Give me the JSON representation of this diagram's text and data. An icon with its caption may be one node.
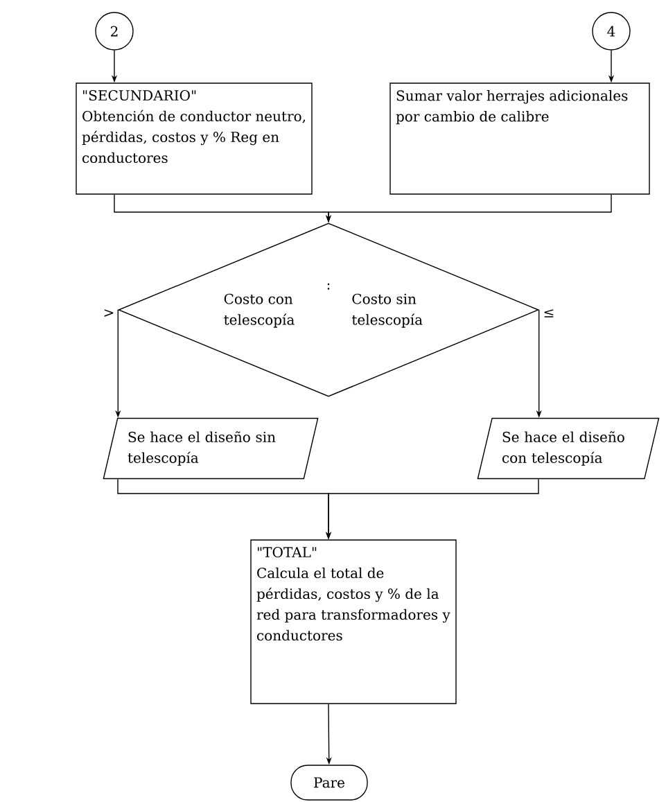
{
  "diagram": {
    "nodes": [
      {
        "text": [
          "2"
        ]
      },
      {
        "text": [
          "4"
        ]
      },
      {
        "text": [
          "\"SECUNDARIO\"",
          "Obtención de conductor neutro, pérdidas, costos y % Reg en conductores"
        ]
      },
      {
        "text": [
          "Sumar valor herrajes adicionales por cambio de calibre"
        ]
      },
      {
        "text": [
          "Costo con telescopía",
          ":",
          "Costo sin telescopía"
        ]
      },
      {
        "text": [
          "Se hace el diseño sin telescopía"
        ]
      },
      {
        "text": [
          "Se hace el diseño con telescopía"
        ]
      },
      {
        "text": [
          "\"TOTAL\"",
          "Calcula el total de pérdidas, costos y % de la red para transformadores y conductores"
        ]
      },
      {
        "text": [
          "Pare"
        ]
      }
    ],
    "edges": [
      {
        "from": 0,
        "to": 2,
        "arrow": "to"
      },
      {
        "from": 1,
        "to": 3,
        "arrow": "to"
      },
      {
        "from": 2,
        "to": 4,
        "arrow": "to"
      },
      {
        "from": 3,
        "to": 4,
        "arrow": "to"
      },
      {
        "from": 4,
        "to": 5,
        "arrow": "to",
        "label": ">"
      },
      {
        "from": 4,
        "to": 6,
        "arrow": "to",
        "label": "≤"
      },
      {
        "from": 5,
        "to": 7,
        "arrow": "to"
      },
      {
        "from": 6,
        "to": 7,
        "arrow": "to"
      },
      {
        "from": 7,
        "to": 8,
        "arrow": "to"
      }
    ]
  }
}
